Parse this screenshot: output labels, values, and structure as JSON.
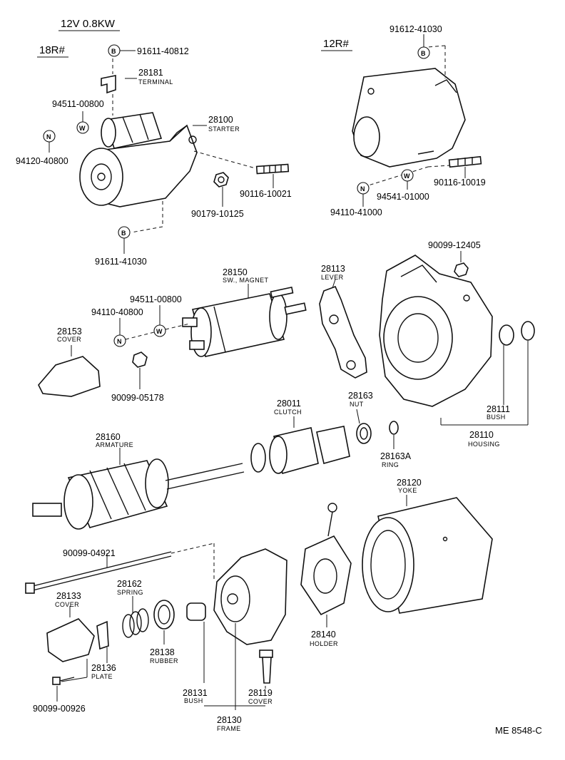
{
  "header": {
    "voltage_power": "12V  0.8KW",
    "model_18r": "18R#",
    "model_12r": "12R#"
  },
  "reference_code": "ME 8548-C",
  "bubbles": {
    "b": "B",
    "w": "W",
    "n": "N"
  },
  "parts": {
    "p91611_40812": "91611-40812",
    "p28181": "28181",
    "n28181": "TERMINAL",
    "p94511_00800a": "94511-00800",
    "p28100": "28100",
    "n28100": "STARTER",
    "p94120_40800": "94120-40800",
    "p90116_10021": "90116-10021",
    "p90179_10125": "90179-10125",
    "p91611_41030": "91611-41030",
    "p91612_41030": "91612-41030",
    "p90116_10019": "90116-10019",
    "p94541_01000": "94541-01000",
    "p94110_41000": "94110-41000",
    "p90099_12405": "90099-12405",
    "p28150": "28150",
    "n28150": "SW., MAGNET",
    "p28113": "28113",
    "n28113": "LEVER",
    "p94511_00800b": "94511-00800",
    "p94110_40800": "94110-40800",
    "p28153": "28153",
    "n28153": "COVER",
    "p90099_05178": "90099-05178",
    "p28011": "28011",
    "n28011": "CLUTCH",
    "p28163": "28163",
    "n28163": "NUT",
    "p28111": "28111",
    "n28111": "BUSH",
    "p28110": "28110",
    "n28110": "HOUSING",
    "p28160": "28160",
    "n28160": "ARMATURE",
    "p28163A": "28163A",
    "n28163A": "RING",
    "p28120": "28120",
    "n28120": "YOKE",
    "p90099_04921": "90099-04921",
    "p28133": "28133",
    "n28133": "COVER",
    "p28162": "28162",
    "n28162": "SPRING",
    "p28138": "28138",
    "n28138": "RUBBER",
    "p28136": "28136",
    "n28136": "PLATE",
    "p28140": "28140",
    "n28140": "HOLDER",
    "p28131": "28131",
    "n28131": "BUSH",
    "p28119": "28119",
    "n28119": "COVER",
    "p28130": "28130",
    "n28130": "FRAME",
    "p90099_00926": "90099-00926"
  },
  "icons": [
    "starter-motor-drawing",
    "magnetic-switch-drawing",
    "armature-drawing",
    "yoke-drawing",
    "housing-drawing"
  ]
}
